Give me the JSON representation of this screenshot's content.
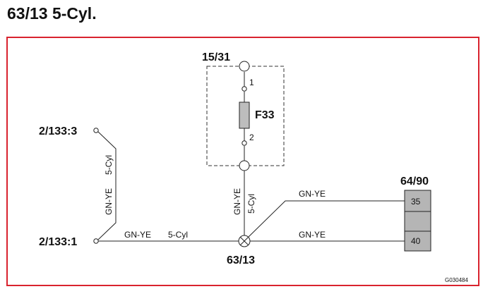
{
  "title": "63/13 5-Cyl.",
  "colors": {
    "frame": "#d9232e",
    "wire": "#222222",
    "fuse_fill": "#bdbdbd",
    "connector_fill": "#b5b5b5"
  },
  "nodes": {
    "power_supply": "15/31",
    "fuse": "F33",
    "fuse_pin_top": "1",
    "fuse_pin_bottom": "2",
    "terminal_top": "2/133:3",
    "terminal_bottom": "2/133:1",
    "splice": "63/13",
    "connector": "64/90",
    "connector_pin_a": "35",
    "connector_pin_b": "40"
  },
  "wires": {
    "left_vertical_color": "GN-YE",
    "left_vertical_variant": "5-Cyl",
    "bottom_color": "GN-YE",
    "bottom_variant": "5-Cyl",
    "center_vertical_color": "GN-YE",
    "center_vertical_variant": "5-Cyl",
    "upper_right_color": "GN-YE",
    "lower_right_color": "GN-YE"
  },
  "figure_code": "G030484"
}
